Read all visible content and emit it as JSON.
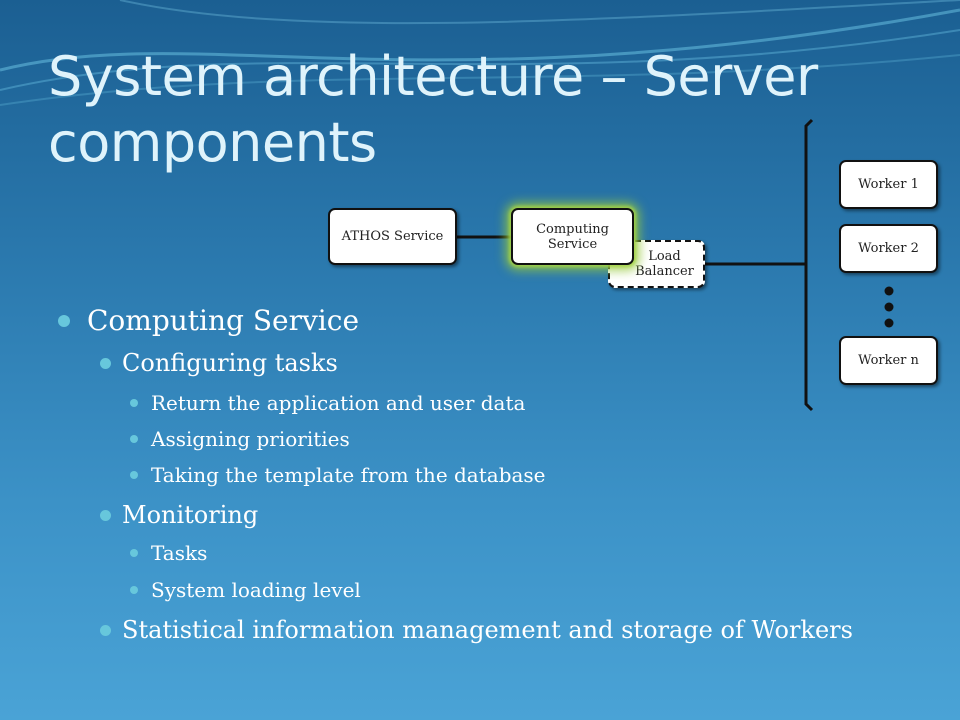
{
  "slide": {
    "title_line1": "System architecture – Server",
    "title_line2": "components"
  },
  "diagram": {
    "athos_service": "ATHOS Service",
    "computing_service_line1": "Computing",
    "computing_service_line2": "Service",
    "load_balancer_line1": "Load",
    "load_balancer_line2": "Balancer",
    "worker_1": "Worker 1",
    "worker_2": "Worker 2",
    "worker_n": "Worker n",
    "colors": {
      "glow": "#96c83c",
      "box_fill": "#ffffff",
      "line": "#111111"
    }
  },
  "bullets": {
    "b1": "Computing Service",
    "b1_1": "Configuring tasks",
    "b1_1_1": "Return the application and user data",
    "b1_1_2": "Assigning priorities",
    "b1_1_3": "Taking the template from the database",
    "b1_2": "Monitoring",
    "b1_2_1": "Tasks",
    "b1_2_2": "System loading level",
    "b1_3": "Statistical information management and storage of Workers"
  },
  "theme": {
    "bullet_color": "#67c7dc",
    "title_color": "#dff3fb"
  }
}
